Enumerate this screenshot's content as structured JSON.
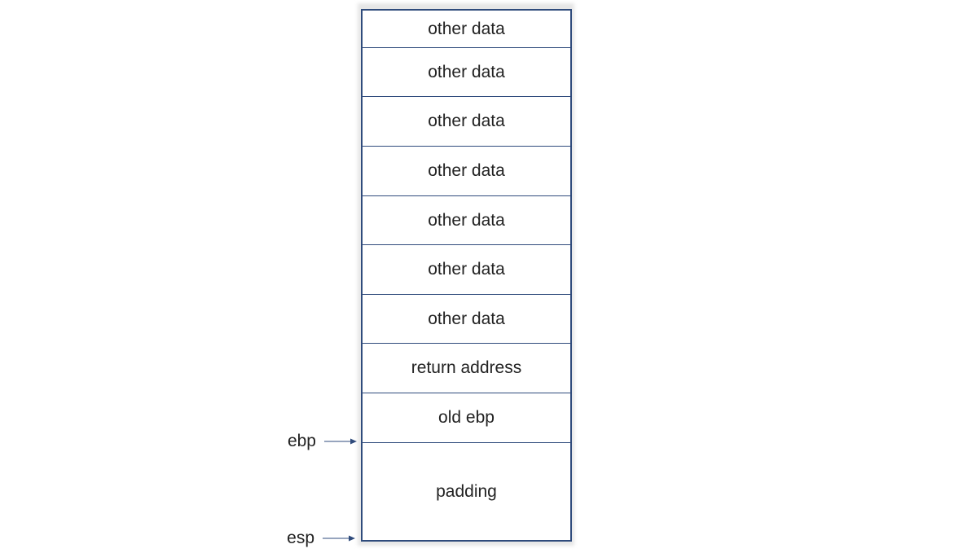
{
  "stack": {
    "cells": [
      {
        "label": "other data"
      },
      {
        "label": "other data"
      },
      {
        "label": "other data"
      },
      {
        "label": "other data"
      },
      {
        "label": "other data"
      },
      {
        "label": "other data"
      },
      {
        "label": "other data"
      },
      {
        "label": "return address"
      },
      {
        "label": "old ebp"
      },
      {
        "label": "padding"
      }
    ]
  },
  "pointers": {
    "ebp": {
      "label": "ebp"
    },
    "esp": {
      "label": "esp"
    }
  },
  "colors": {
    "border": "#2f4b7c",
    "text": "#222222"
  }
}
